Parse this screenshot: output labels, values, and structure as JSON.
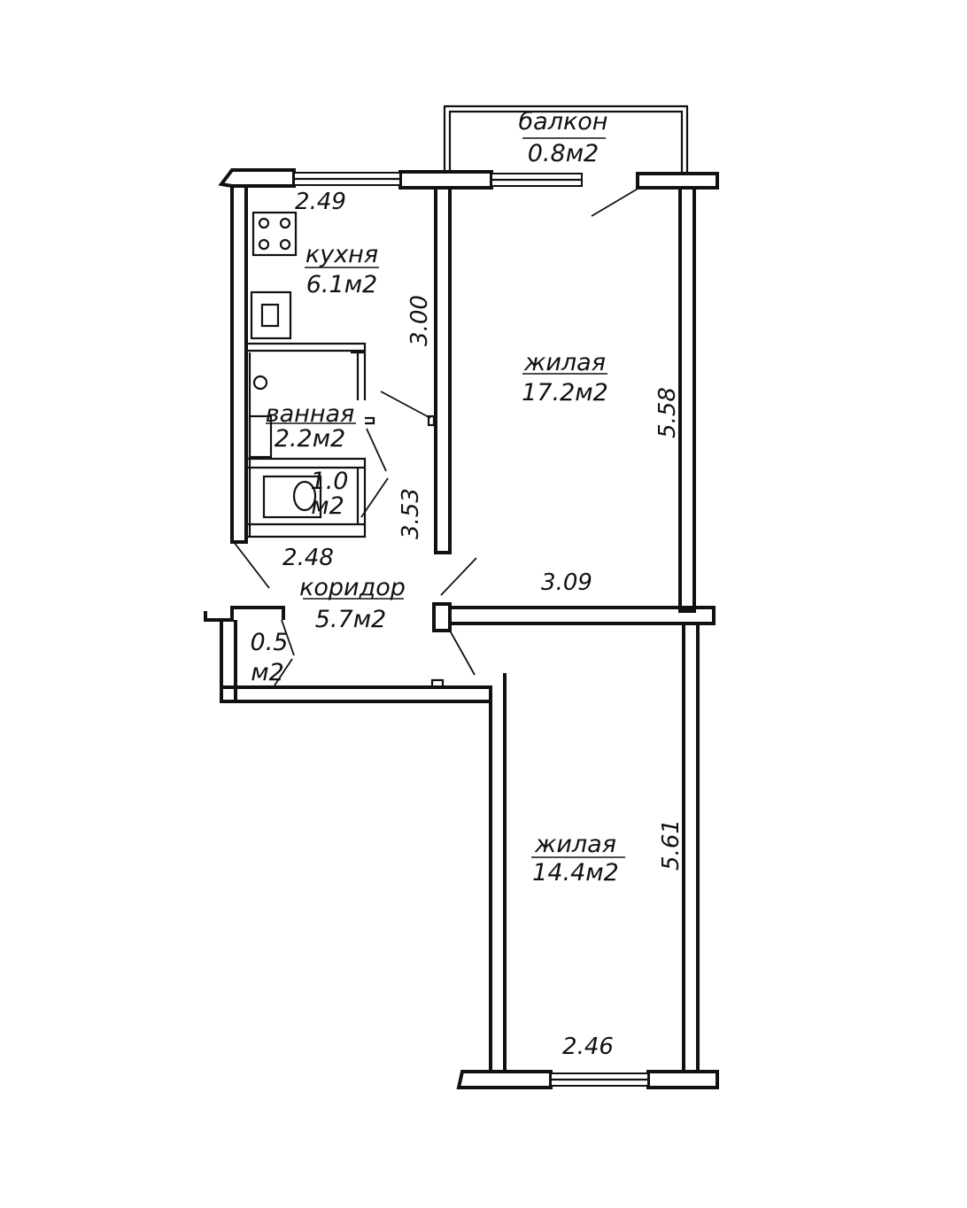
{
  "rooms": {
    "balcony": {
      "name": "балкон",
      "area": "0.8м2"
    },
    "kitchen": {
      "name": "кухня",
      "area": "6.1м2"
    },
    "living1": {
      "name": "жилая",
      "area": "17.2м2"
    },
    "bathroom": {
      "name": "ванная",
      "area": "2.2м2"
    },
    "toilet": {
      "name": "1.0",
      "area": "м2"
    },
    "corridor": {
      "name": "коридор",
      "area": "5.7м2"
    },
    "storage": {
      "name": "0.5",
      "area": "м2"
    },
    "living2": {
      "name": "жилая",
      "area": "14.4м2"
    }
  },
  "dimensions": {
    "kitchen_width": "2.49",
    "kitchen_length": "3.00",
    "corridor_length": "3.53",
    "corridor_width": "2.48",
    "living1_length": "5.58",
    "living1_width": "3.09",
    "living2_length": "5.61",
    "living2_width": "2.46"
  }
}
